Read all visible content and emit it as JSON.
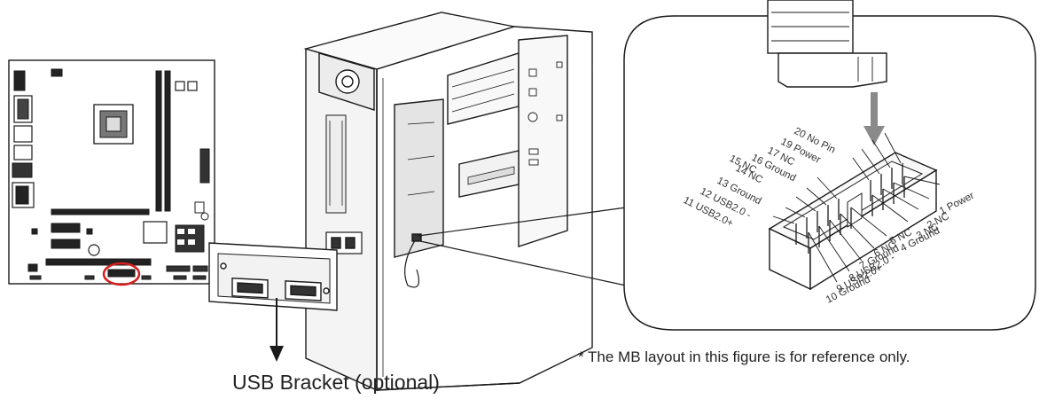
{
  "connector_pins": {
    "right_row": [
      "1 Power",
      "2 NC",
      "3 NC",
      "4 Ground",
      "5 NC",
      "6 NC",
      "7 Ground",
      "8 USB2.0 -",
      "9 USB2.0+",
      "10 Ground"
    ],
    "left_row": [
      "20 No Pin",
      "19 Power",
      "17 NC",
      "16 Ground",
      "14 NC",
      "15 NC",
      "13 Ground",
      "12 USB2.0 -",
      "11 USB2.0+"
    ]
  },
  "captions": {
    "bracket": "USB Bracket (optional)",
    "note": "* The MB layout in this figure is for reference only."
  },
  "colors": {
    "line": "#1a1a1a",
    "highlight_circle": "#d42020",
    "arrow_grey": "#8a8a8a"
  }
}
